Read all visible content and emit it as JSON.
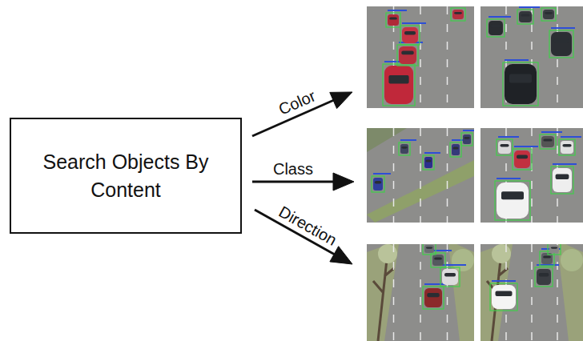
{
  "diagram": {
    "nodes": [
      {
        "text": [
          "Search Objects By Content"
        ]
      }
    ],
    "labels": [
      "Color",
      "Class",
      "Direction"
    ]
  }
}
